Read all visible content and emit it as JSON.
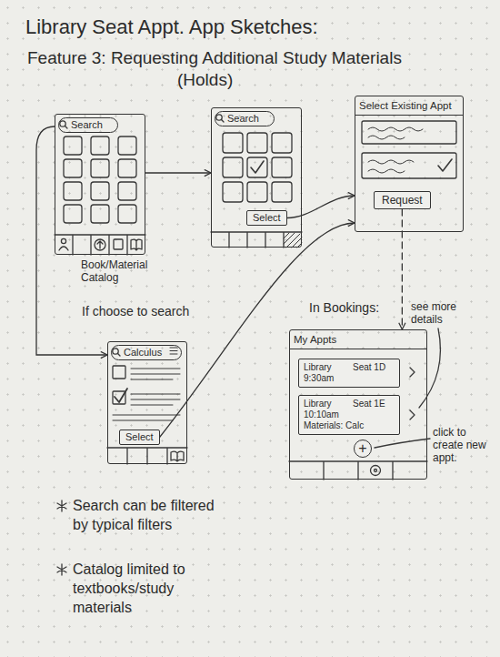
{
  "diagram": {
    "title": "Library Seat Appt. App Sketches:",
    "nodes": [
      {
        "text": [
          "Search",
          "Book/Material Catalog"
        ]
      },
      {
        "text": [
          "Search"
        ]
      },
      {
        "text": [
          "Select"
        ],
        "in": 1
      },
      {
        "text": [
          "Select Existing Appt"
        ]
      },
      {
        "text": [
          "Request"
        ],
        "in": 3
      },
      {
        "text": [
          "Calculus"
        ]
      },
      {
        "text": [
          "Select"
        ],
        "in": 5
      },
      {
        "text": [
          "My Appts"
        ]
      },
      {
        "text": [
          "Library 9:30am",
          "Seat 1D"
        ],
        "in": 7
      },
      {
        "text": [
          "Library 10:10am",
          "Seat 1E",
          "Materials: Calc"
        ],
        "in": 7
      },
      {
        "text": [
          "+"
        ],
        "in": 7
      }
    ],
    "edges": [
      {
        "from": 0,
        "to": 1,
        "arrow": "to"
      },
      {
        "from": 0,
        "to": 5,
        "label": "If choose to search",
        "arrow": "to"
      },
      {
        "from": 2,
        "to": 3,
        "arrow": "to"
      },
      {
        "from": 6,
        "to": 3,
        "arrow": "to"
      },
      {
        "from": 4,
        "to": 7,
        "label": "In Bookings:",
        "arrow": "to"
      }
    ],
    "labels": [
      "Feature 3: Requesting Additional Study Materials (Holds)",
      "see more details",
      "click to create new appt.",
      "Search can be filtered by typical filters",
      "Catalog limited to textbooks/study materials"
    ]
  }
}
